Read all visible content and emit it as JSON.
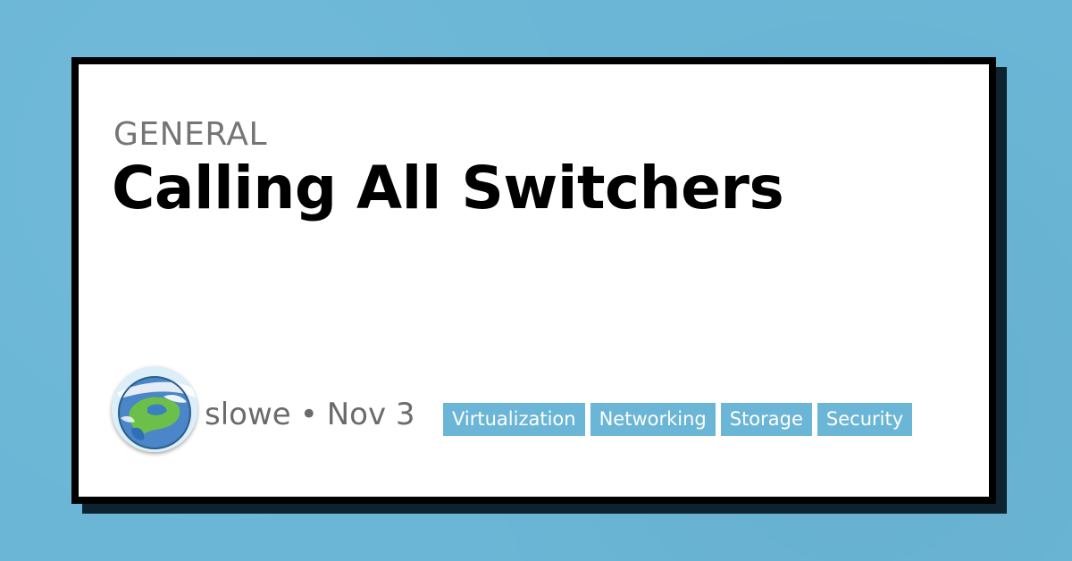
{
  "post": {
    "category": "GENERAL",
    "title": "Calling All Switchers",
    "author": "slowe",
    "separator": "•",
    "date": "Nov 3",
    "tags": [
      "Virtualization",
      "Networking",
      "Storage",
      "Security"
    ]
  },
  "colors": {
    "background": "#6bb6d6",
    "card": "#ffffff",
    "border": "#000000",
    "tag_background": "#6bb6d6",
    "tag_text": "#ffffff"
  },
  "icons": {
    "avatar": "globe-cartoon-avatar"
  }
}
